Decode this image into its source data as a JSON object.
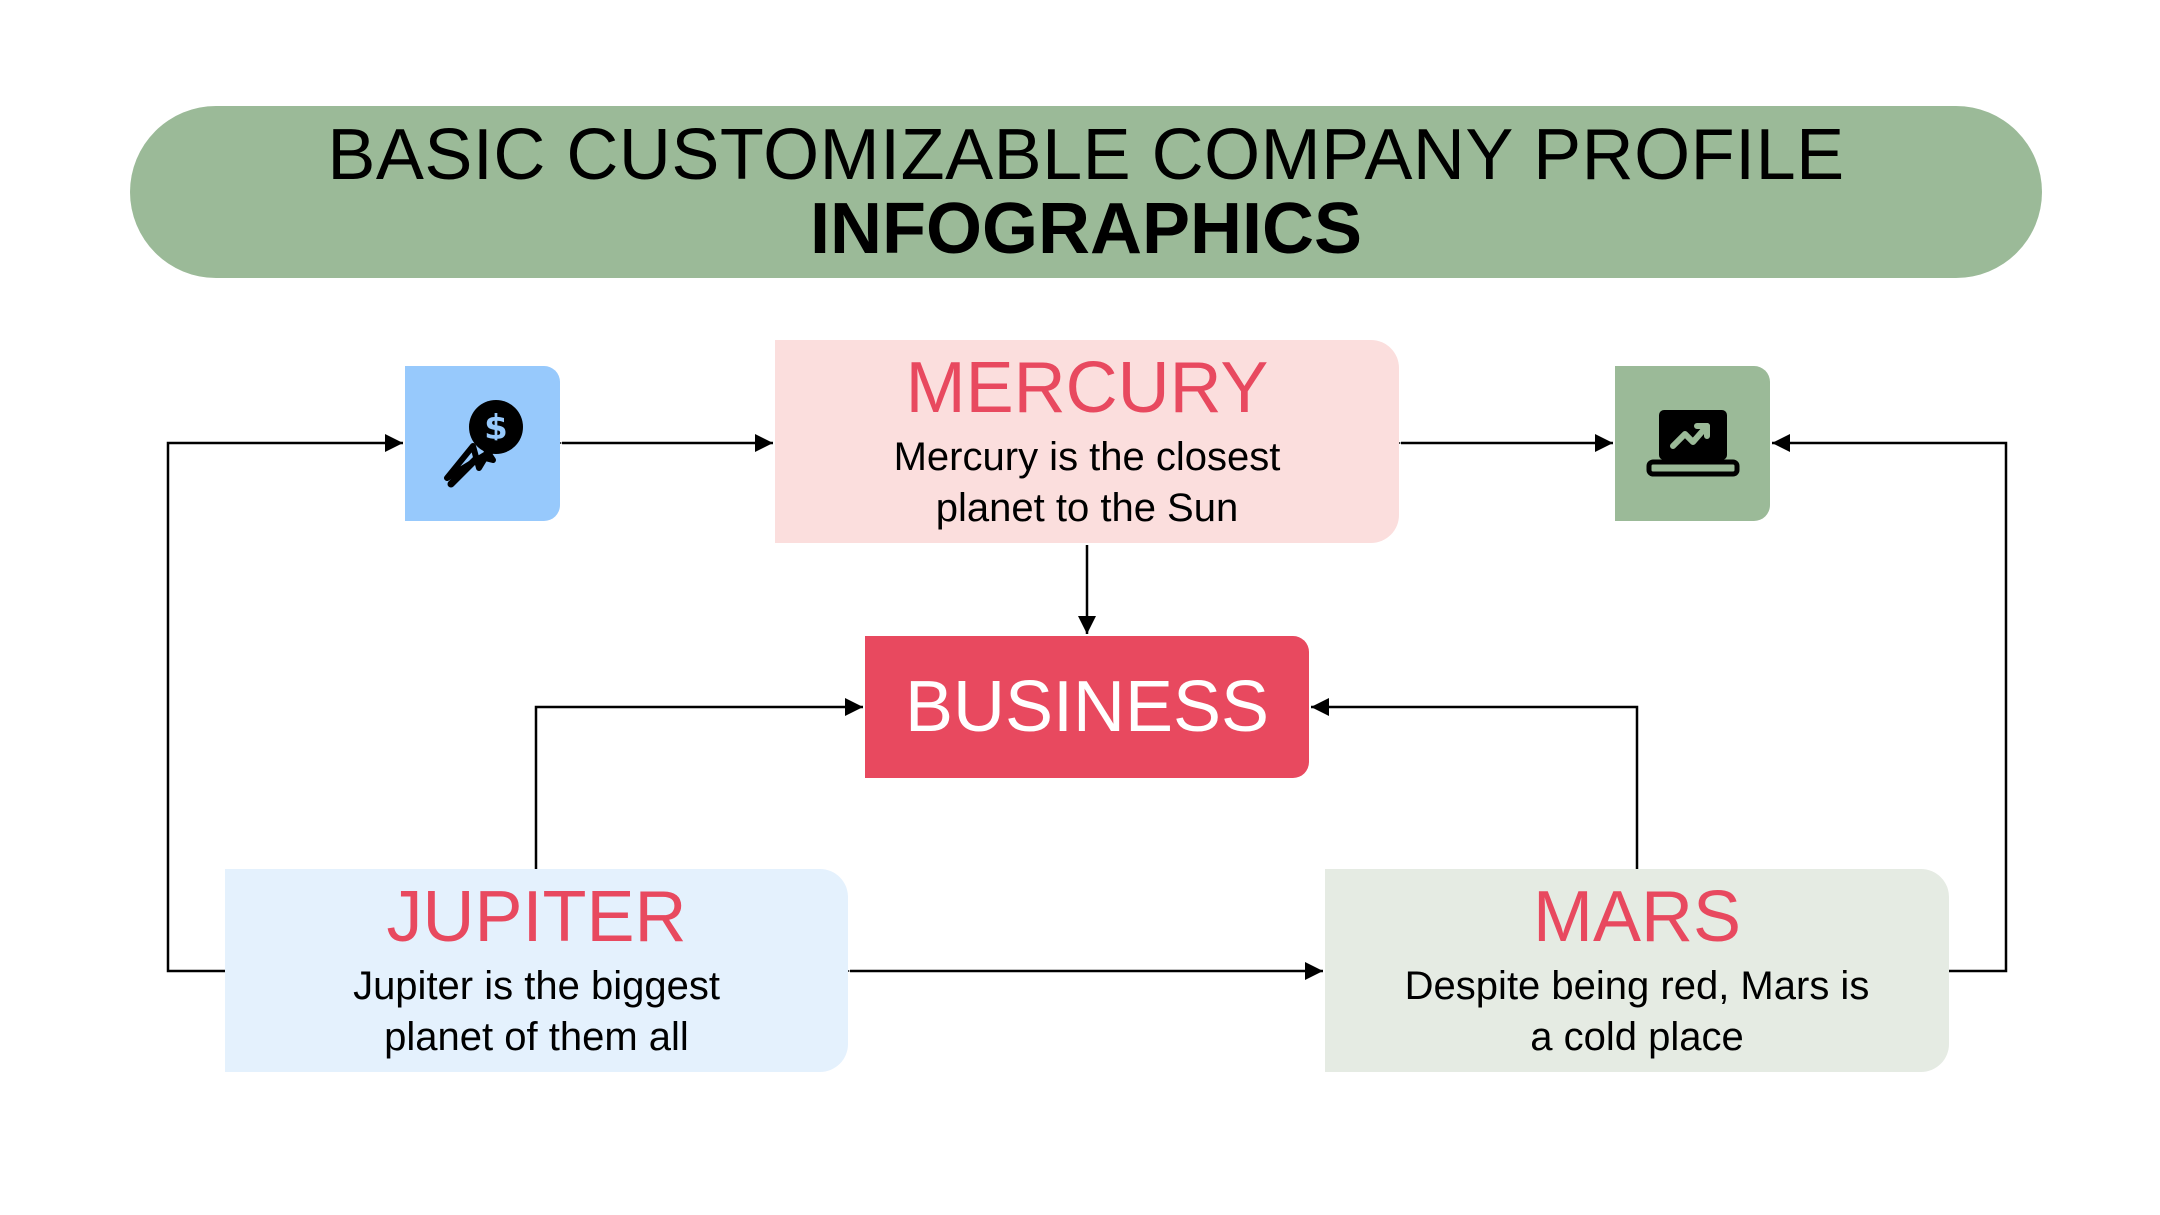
{
  "title": {
    "line1": "BASIC CUSTOMIZABLE COMPANY PROFILE",
    "line2": "INFOGRAPHICS"
  },
  "nodes": {
    "mercury": {
      "title": "MERCURY",
      "desc_line1": "Mercury is the closest",
      "desc_line2": "planet to the Sun"
    },
    "business": {
      "label": "BUSINESS"
    },
    "jupiter": {
      "title": "JUPITER",
      "desc_line1": "Jupiter is the biggest",
      "desc_line2": "planet of them all"
    },
    "mars": {
      "title": "MARS",
      "desc_line1": "Despite being red, Mars is",
      "desc_line2": "a cold place"
    }
  },
  "icons": {
    "left": "dollar-click-icon",
    "right": "laptop-growth-icon"
  },
  "colors": {
    "banner": "#9bba98",
    "accent": "#e8495f",
    "mercury_bg": "#fbdedd",
    "jupiter_bg": "#e4f1fd",
    "mars_bg": "#e5ebe3",
    "icon_left_bg": "#97c9fc",
    "icon_right_bg": "#9bba98"
  }
}
